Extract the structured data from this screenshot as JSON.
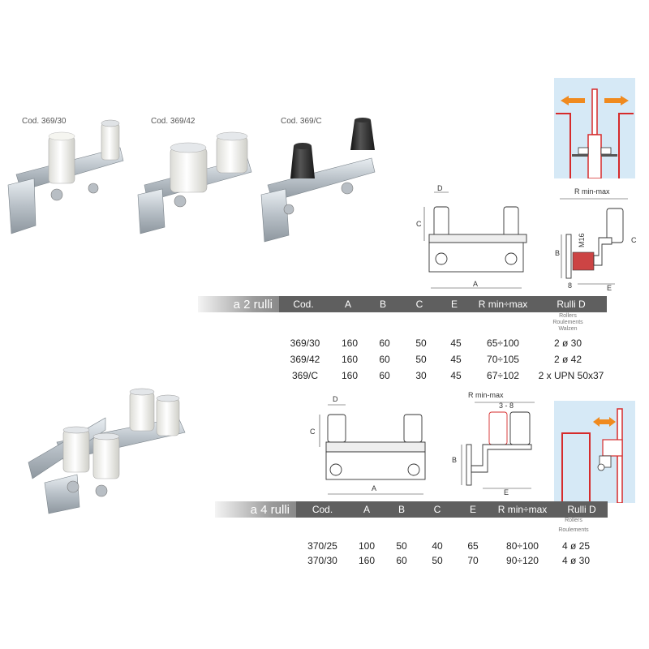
{
  "photos": {
    "label_1": "Cod. 369/30",
    "label_2": "Cod. 369/42",
    "label_3": "Cod. 369/C"
  },
  "diagram_2": {
    "d": "D",
    "c": "C",
    "a": "A",
    "r": "R min-max",
    "b": "B",
    "m16": "M16",
    "eight": "8",
    "e": "E",
    "c2": "C"
  },
  "diagram_4": {
    "d": "D",
    "c": "C",
    "a": "A",
    "r": "R min-max",
    "range": "3 - 8",
    "b": "B",
    "e": "E"
  },
  "table_2": {
    "title": "a 2 rulli",
    "headers": [
      "Cod.",
      "A",
      "B",
      "C",
      "E",
      "R min÷max",
      "Rulli D"
    ],
    "rulli_sub": [
      "Rollers",
      "Roulements",
      "Walzen"
    ],
    "rows": [
      [
        "369/30",
        "160",
        "60",
        "50",
        "45",
        "65÷100",
        "2 ø 30"
      ],
      [
        "369/42",
        "160",
        "60",
        "50",
        "45",
        "70÷105",
        "2 ø 42"
      ],
      [
        "369/C",
        "160",
        "60",
        "30",
        "45",
        "67÷102",
        "2 x UPN 50x37"
      ]
    ]
  },
  "table_4": {
    "title": "a 4 rulli",
    "headers": [
      "Cod.",
      "A",
      "B",
      "C",
      "E",
      "R min÷max",
      "Rulli D"
    ],
    "rulli_sub": [
      "Rollers",
      "Roulements"
    ],
    "rows": [
      [
        "370/25",
        "100",
        "50",
        "40",
        "65",
        "80÷100",
        "4 ø 25"
      ],
      [
        "370/30",
        "160",
        "60",
        "50",
        "70",
        "90÷120",
        "4 ø 30"
      ]
    ]
  },
  "colors": {
    "accent_red": "#d62b2b",
    "arrow_orange": "#f08a1e",
    "panel_blue": "#d6e9f6",
    "header_gray": "#5f5f5f"
  }
}
